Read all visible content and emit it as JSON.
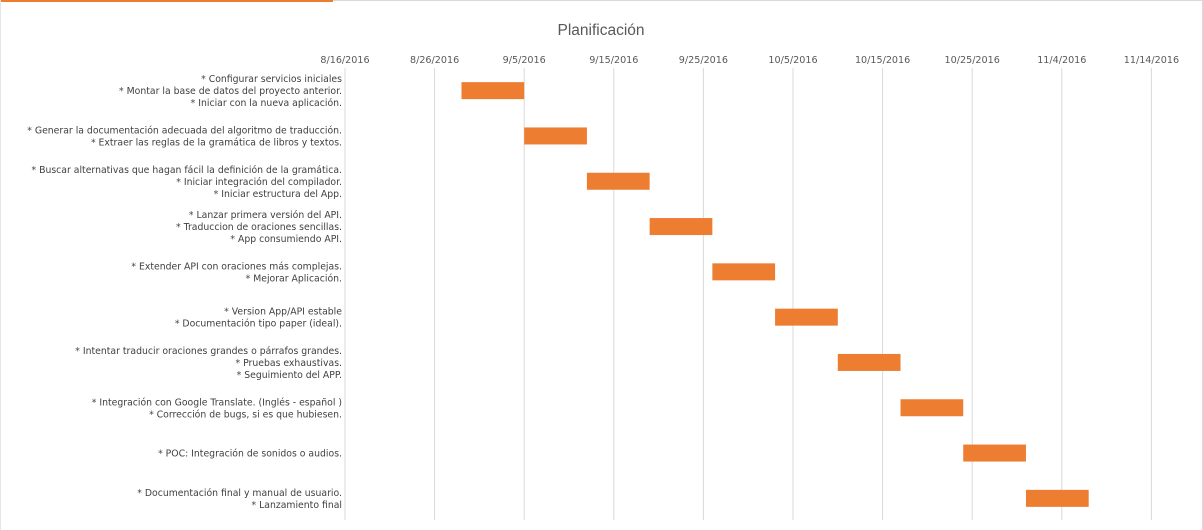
{
  "chart_data": {
    "type": "bar",
    "orientation": "horizontal",
    "title": "Planificación",
    "xlabel": "",
    "ylabel": "",
    "xlim": [
      "2016-08-16",
      "2016-11-19"
    ],
    "x_ticks": [
      "8/16/2016",
      "8/26/2016",
      "9/5/2016",
      "9/15/2016",
      "9/25/2016",
      "10/5/2016",
      "10/15/2016",
      "10/25/2016",
      "11/4/2016",
      "11/14/2016"
    ],
    "grid": true,
    "legend": "none",
    "bar_color": "#ED7D31",
    "categories": [
      [
        "* Configurar servicios iniciales",
        "* Montar la base de datos del proyecto anterior.",
        "* Iniciar con la nueva aplicación."
      ],
      [
        "* Generar la documentación adecuada del algoritmo de traducción.",
        "* Extraer las reglas de la gramática de libros y textos."
      ],
      [
        "* Buscar alternativas que hagan fácil la definición de la gramática.",
        "* Iniciar integración del compilador.",
        "* Iniciar estructura del App."
      ],
      [
        "* Lanzar primera versión del API.",
        "* Traduccion de oraciones sencillas.",
        "* App consumiendo API."
      ],
      [
        "* Extender API con oraciones más complejas.",
        "* Mejorar Aplicación."
      ],
      [
        "* Version App/API estable",
        "* Documentación tipo paper (ideal)."
      ],
      [
        "* Intentar traducir oraciones grandes o párrafos grandes.",
        "* Pruebas exhaustivas.",
        "* Seguimiento del APP."
      ],
      [
        "* Integración con Google Translate. (Inglés - español )",
        "* Corrección de bugs, si es que hubiesen."
      ],
      [
        "* POC: Integración de sonidos o audios."
      ],
      [
        "* Documentación final y manual de usuario.",
        "* Lanzamiento final"
      ]
    ],
    "series": [
      {
        "start": [
          "2016-08-29",
          "2016-09-05",
          "2016-09-12",
          "2016-09-19",
          "2016-09-26",
          "2016-10-03",
          "2016-10-10",
          "2016-10-17",
          "2016-10-24",
          "2016-10-31"
        ],
        "end": [
          "2016-09-05",
          "2016-09-12",
          "2016-09-19",
          "2016-09-26",
          "2016-10-03",
          "2016-10-10",
          "2016-10-17",
          "2016-10-24",
          "2016-10-31",
          "2016-11-07"
        ]
      }
    ]
  }
}
